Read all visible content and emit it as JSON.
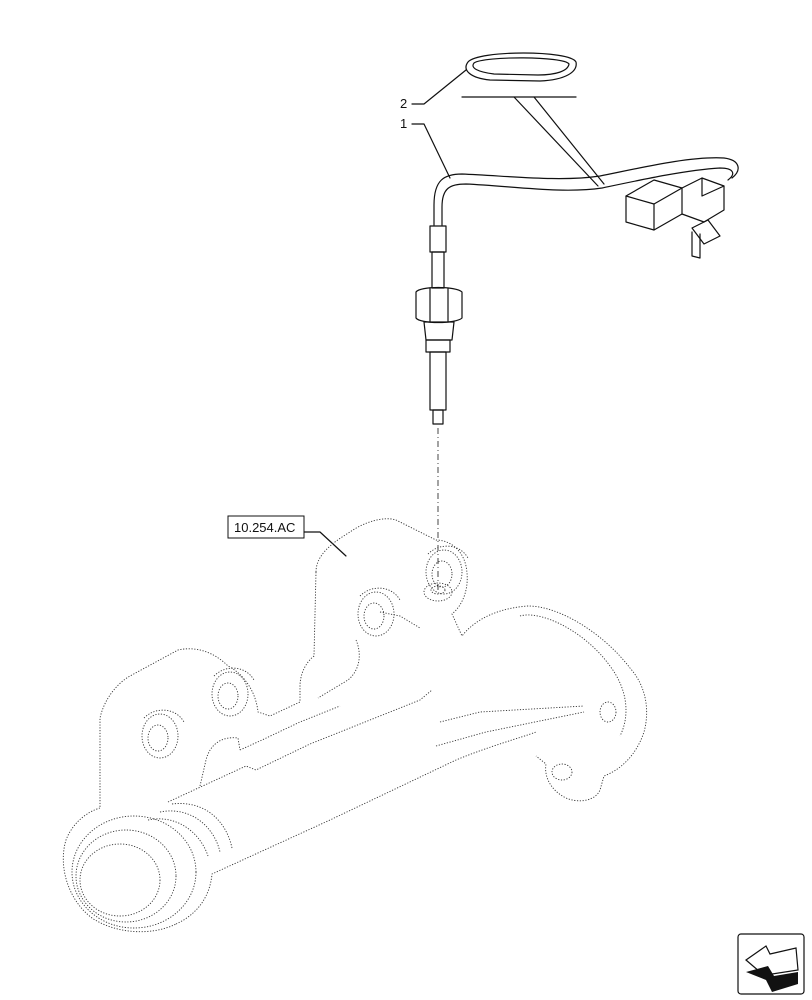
{
  "callouts": {
    "item_1": "1",
    "item_2": "2",
    "reference": "10.254.AC"
  },
  "icons": {
    "nav": "next-page-arrow-icon"
  }
}
